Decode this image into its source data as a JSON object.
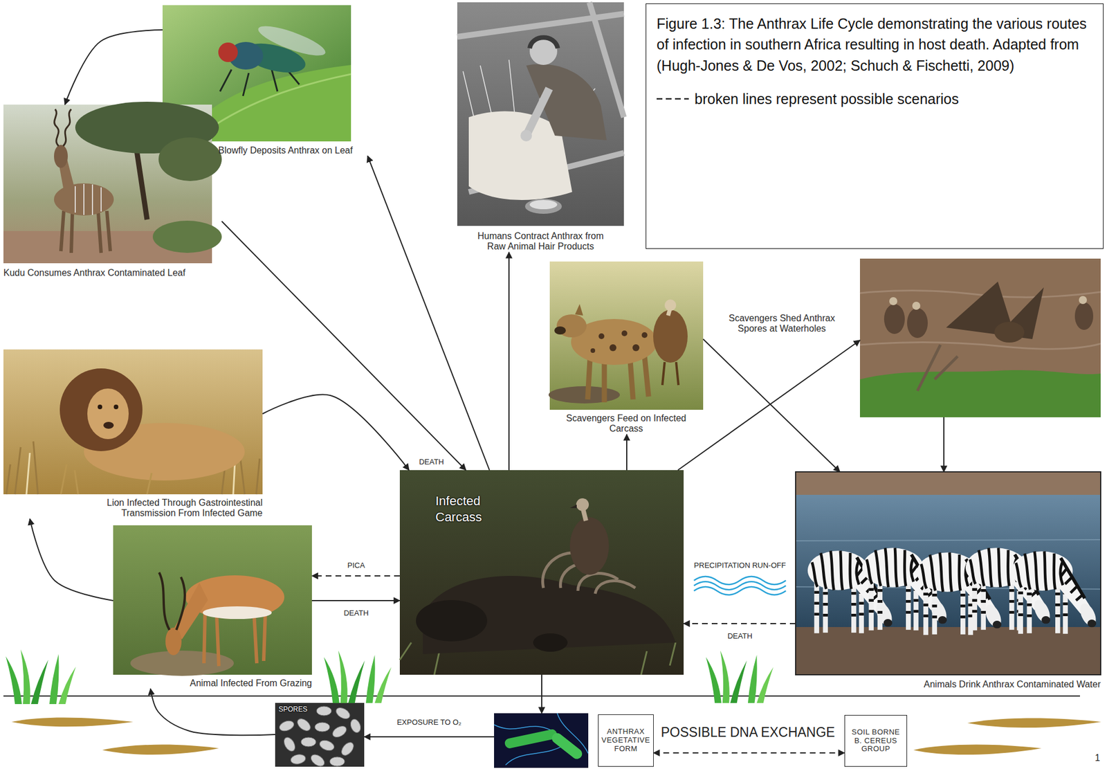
{
  "diagram": {
    "caption": "Figure 1.3: The Anthrax Life Cycle demonstrating the various routes of infection in southern Africa resulting in host death. Adapted from (Hugh-Jones & De Vos, 2002; Schuch & Fischetti, 2009)",
    "nodes": [
      {
        "text": [
          "Blowfly Deposits Anthrax on Leaf"
        ]
      },
      {
        "text": [
          "Kudu Consumes Anthrax Contaminated Leaf"
        ]
      },
      {
        "text": [
          "Humans Contract Anthrax from Raw Animal Hair Products"
        ]
      },
      {
        "text": [
          "Scavengers Feed on Infected Carcass"
        ]
      },
      {
        "text": [
          "Scavengers Shed Anthrax Spores at Waterholes"
        ]
      },
      {
        "text": [
          "Lion Infected Through Gastrointestinal Transmission From Infected Game"
        ]
      },
      {
        "text": [
          "Infected Carcass"
        ]
      },
      {
        "text": [
          "Animal Infected From Grazing"
        ]
      },
      {
        "text": [
          "Animals Drink Anthrax Contaminated Water"
        ]
      },
      {
        "text": [
          "SPORES"
        ]
      },
      {
        "text": [
          "ANTHRAX VEGETATIVE FORM"
        ]
      },
      {
        "text": [
          "SOIL BORNE B. CEREUS GROUP"
        ]
      }
    ],
    "edges": [
      {
        "from": 6,
        "to": 0,
        "arrow": "to"
      },
      {
        "from": 0,
        "to": 1,
        "arrow": "to"
      },
      {
        "from": 1,
        "to": 6,
        "arrow": "to"
      },
      {
        "from": 6,
        "to": 2,
        "arrow": "to"
      },
      {
        "from": 6,
        "to": 3,
        "arrow": "to"
      },
      {
        "from": 3,
        "to": 8,
        "arrow": "to"
      },
      {
        "from": 6,
        "to": 4,
        "arrow": "to"
      },
      {
        "from": 4,
        "to": 8,
        "arrow": "to"
      },
      {
        "from": 5,
        "to": 6,
        "arrow": "to",
        "label": "DEATH"
      },
      {
        "from": 7,
        "to": 5,
        "arrow": "to"
      },
      {
        "from": 7,
        "to": 6,
        "arrow": "to",
        "label": "DEATH"
      },
      {
        "from": 6,
        "to": 7,
        "arrow": "to",
        "label": "PICA"
      },
      {
        "from": 8,
        "to": 6,
        "arrow": "to",
        "label": "DEATH"
      },
      {
        "from": 6,
        "to": 10,
        "arrow": "to"
      },
      {
        "from": 10,
        "to": 9,
        "arrow": "to",
        "label": "EXPOSURE TO O₂"
      },
      {
        "from": 9,
        "to": 7,
        "arrow": "to"
      },
      {
        "from": 10,
        "to": 11,
        "arrow": "both",
        "label": "POSSIBLE DNA EXCHANGE"
      }
    ],
    "labels": [
      "PRECIPITATION RUN-OFF",
      "1"
    ],
    "legend": [
      {
        "text": "broken lines represent possible scenarios"
      }
    ]
  }
}
